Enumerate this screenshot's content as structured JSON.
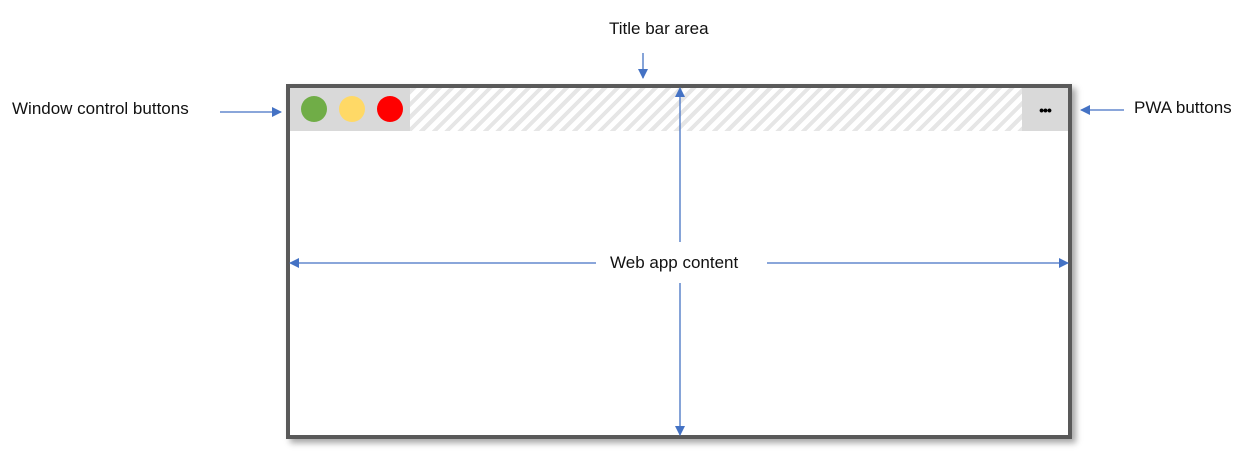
{
  "labels": {
    "title_bar": "Title bar area",
    "window_controls": "Window control buttons",
    "pwa_buttons": "PWA buttons",
    "content": "Web app content"
  },
  "window": {
    "control_buttons": [
      {
        "name": "green",
        "color": "#70ad47"
      },
      {
        "name": "yellow",
        "color": "#ffd966"
      },
      {
        "name": "red",
        "color": "#ff0000"
      }
    ],
    "pwa_button_glyph": "•••"
  },
  "colors": {
    "arrow": "#4472c4",
    "frame": "#595959",
    "titlebar_gray": "#d9d9d9"
  }
}
